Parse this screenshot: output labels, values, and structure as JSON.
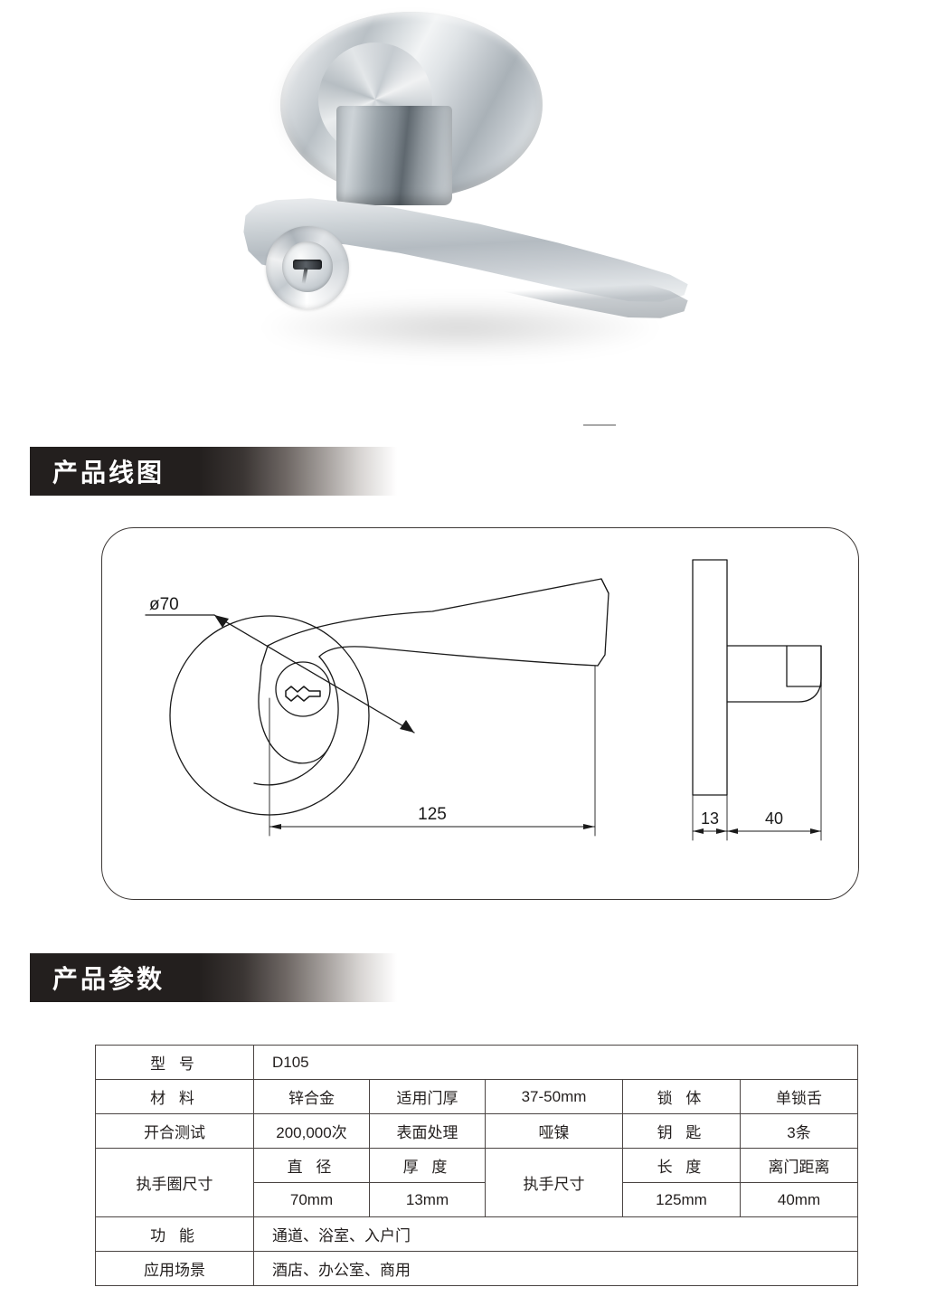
{
  "hero": {
    "alt_name": "door-lever-handle-photo",
    "finish_label": "brushed nickel lever handle"
  },
  "sections": {
    "line_drawing": {
      "title": "产品线图"
    },
    "parameters": {
      "title": "产品参数"
    }
  },
  "drawing": {
    "front_view": {
      "diameter_label": "ø70",
      "length_label": "125"
    },
    "side_view": {
      "thickness_label": "13",
      "projection_label": "40"
    }
  },
  "table": {
    "rows": [
      {
        "label": "型 号",
        "cells": [
          {
            "text": "D105",
            "align": "left"
          }
        ]
      },
      {
        "label": "材 料",
        "cells": [
          {
            "text": "锌合金"
          },
          {
            "text": "适用门厚"
          },
          {
            "text": "37-50mm"
          },
          {
            "text": "锁 体"
          },
          {
            "text": "单锁舌"
          }
        ]
      },
      {
        "label": "开合测试",
        "cells": [
          {
            "text": "200,000次"
          },
          {
            "text": "表面处理"
          },
          {
            "text": "哑镍"
          },
          {
            "text": "钥 匙"
          },
          {
            "text": "3条"
          }
        ]
      },
      {
        "label": "执手圈尺寸",
        "group_label": "执手尺寸",
        "head_cells": [
          {
            "text": "直 径"
          },
          {
            "text": "厚 度"
          },
          {
            "text": "长 度"
          },
          {
            "text": "离门距离"
          }
        ],
        "value_cells": [
          {
            "text": "70mm"
          },
          {
            "text": "13mm"
          },
          {
            "text": "125mm"
          },
          {
            "text": "40mm"
          }
        ]
      },
      {
        "label": "功 能",
        "cells": [
          {
            "text": "通道、浴室、入户门",
            "align": "left"
          }
        ]
      },
      {
        "label": "应用场景",
        "cells": [
          {
            "text": "酒店、办公室、商用",
            "align": "left"
          }
        ]
      }
    ]
  },
  "colors": {
    "banner_dark": "#231f1e",
    "table_border": "#4a4442",
    "drawing_line": "#1a1a1a",
    "page_background": "#ffffff"
  }
}
